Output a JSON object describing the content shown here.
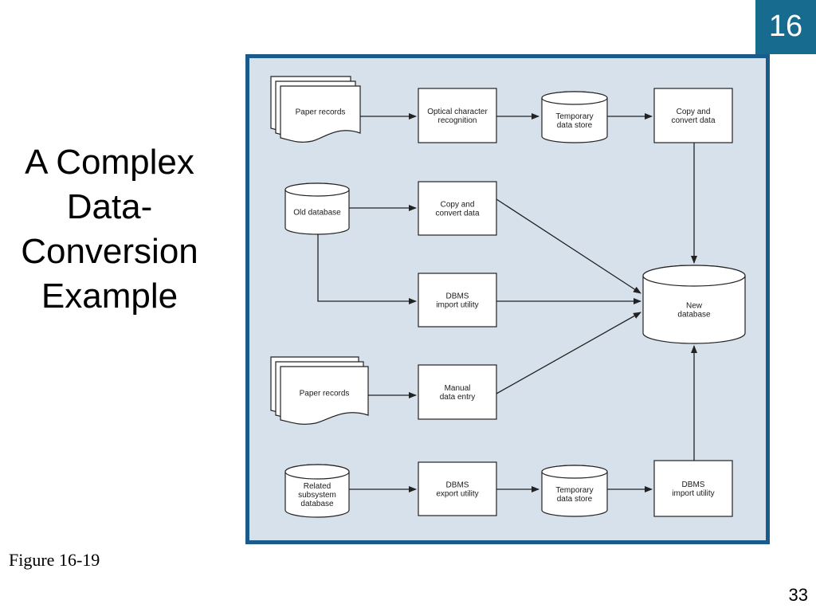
{
  "slide": {
    "chapter_number": "16",
    "title_lines": [
      "A Complex",
      "Data-",
      "Conversion",
      "Example"
    ],
    "figure_caption": "Figure 16-19",
    "page_number": "33"
  },
  "colors": {
    "badge": "#176b8f",
    "frame_border": "#1b5b8c",
    "frame_fill": "#d7e1eb",
    "node_fill": "#ffffff",
    "stroke": "#222222"
  },
  "diagram": {
    "nodes": [
      {
        "id": "paper-records-1",
        "shape": "document-stack",
        "lines": [
          "Paper records"
        ]
      },
      {
        "id": "ocr",
        "shape": "process",
        "lines": [
          "Optical character",
          "recognition"
        ]
      },
      {
        "id": "temp-store-1",
        "shape": "datastore",
        "lines": [
          "Temporary",
          "data store"
        ]
      },
      {
        "id": "copy-convert-1",
        "shape": "process",
        "lines": [
          "Copy and",
          "convert data"
        ]
      },
      {
        "id": "old-database",
        "shape": "datastore",
        "lines": [
          "Old database"
        ]
      },
      {
        "id": "copy-convert-2",
        "shape": "process",
        "lines": [
          "Copy and",
          "convert data"
        ]
      },
      {
        "id": "dbms-import-1",
        "shape": "process",
        "lines": [
          "DBMS",
          "import utility"
        ]
      },
      {
        "id": "new-database",
        "shape": "datastore",
        "lines": [
          "New",
          "database"
        ]
      },
      {
        "id": "paper-records-2",
        "shape": "document-stack",
        "lines": [
          "Paper records"
        ]
      },
      {
        "id": "manual-entry",
        "shape": "process",
        "lines": [
          "Manual",
          "data entry"
        ]
      },
      {
        "id": "related-db",
        "shape": "datastore",
        "lines": [
          "Related",
          "subsystem",
          "database"
        ]
      },
      {
        "id": "dbms-export",
        "shape": "process",
        "lines": [
          "DBMS",
          "export utility"
        ]
      },
      {
        "id": "temp-store-2",
        "shape": "datastore",
        "lines": [
          "Temporary",
          "data store"
        ]
      },
      {
        "id": "dbms-import-2",
        "shape": "process",
        "lines": [
          "DBMS",
          "import utility"
        ]
      }
    ],
    "edges": [
      {
        "from": "paper-records-1",
        "to": "ocr"
      },
      {
        "from": "ocr",
        "to": "temp-store-1"
      },
      {
        "from": "temp-store-1",
        "to": "copy-convert-1"
      },
      {
        "from": "copy-convert-1",
        "to": "new-database"
      },
      {
        "from": "old-database",
        "to": "copy-convert-2"
      },
      {
        "from": "old-database",
        "to": "dbms-import-1"
      },
      {
        "from": "copy-convert-2",
        "to": "new-database"
      },
      {
        "from": "dbms-import-1",
        "to": "new-database"
      },
      {
        "from": "paper-records-2",
        "to": "manual-entry"
      },
      {
        "from": "manual-entry",
        "to": "new-database"
      },
      {
        "from": "related-db",
        "to": "dbms-export"
      },
      {
        "from": "dbms-export",
        "to": "temp-store-2"
      },
      {
        "from": "temp-store-2",
        "to": "dbms-import-2"
      },
      {
        "from": "dbms-import-2",
        "to": "new-database"
      }
    ]
  }
}
